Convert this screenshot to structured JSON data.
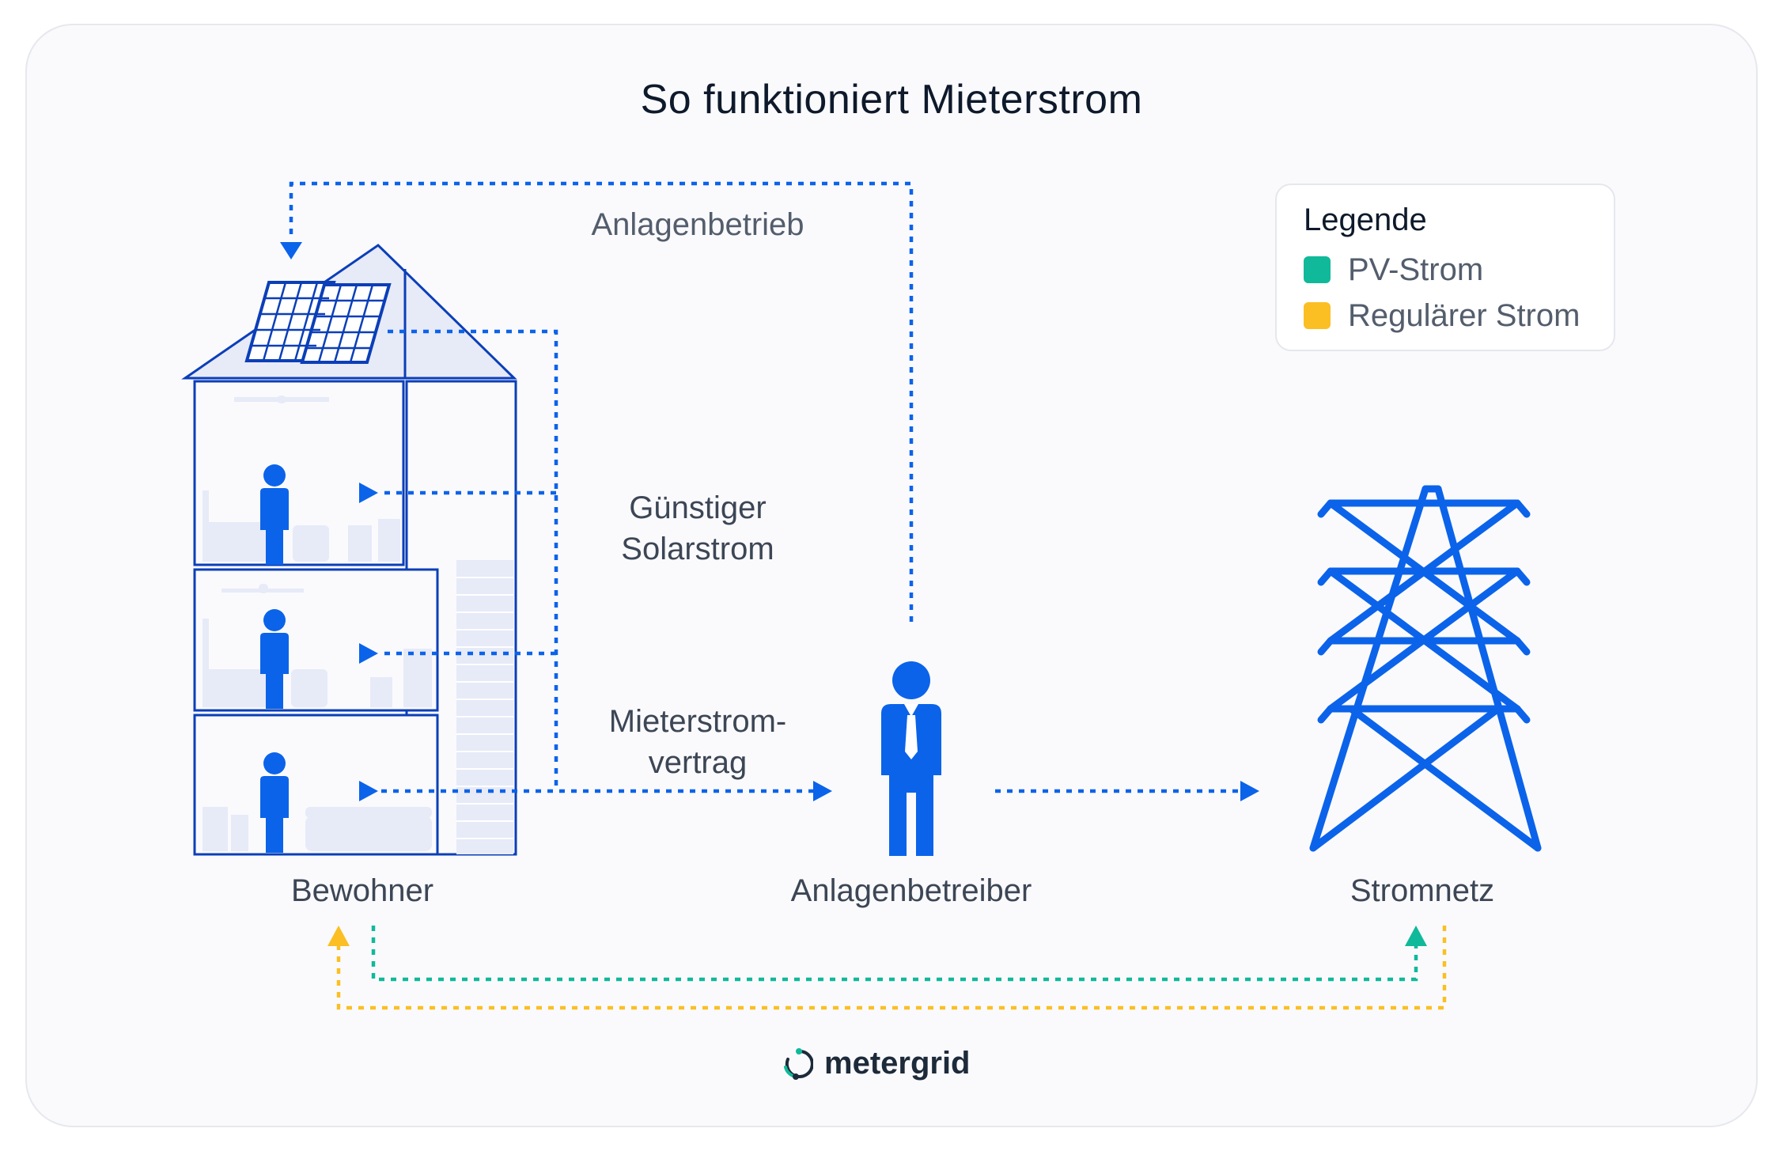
{
  "title": "So funktioniert Mieterstrom",
  "labels": {
    "anlagenbetrieb": "Anlagenbetrieb",
    "solarstrom_line1": "Günstiger",
    "solarstrom_line2": "Solarstrom",
    "vertrag_line1": "Mieterstrom-",
    "vertrag_line2": "vertrag"
  },
  "nodes": {
    "bewohner": "Bewohner",
    "anlagenbetreiber": "Anlagenbetreiber",
    "stromnetz": "Stromnetz"
  },
  "legend": {
    "title": "Legende",
    "items": [
      {
        "label": "PV-Strom",
        "color": "#10b99a"
      },
      {
        "label": "Regulärer Strom",
        "color": "#fbbf24"
      }
    ]
  },
  "colors": {
    "accent_blue": "#0b63ea",
    "pv_green": "#10b99a",
    "regular_yellow": "#fbbf24",
    "house_fill": "#e7eaf7"
  },
  "icons": {
    "house": "house-with-solar-icon",
    "operator": "businessman-icon",
    "grid": "power-pylon-icon",
    "logo": "metergrid-logo-icon"
  },
  "logo": {
    "text": "metergrid"
  }
}
